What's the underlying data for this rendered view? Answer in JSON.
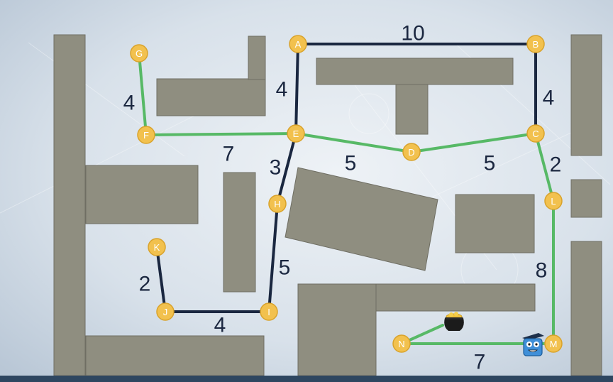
{
  "colors": {
    "background": "#dfe6ee",
    "building": "#8f8e80",
    "highlight_edge": "#57b966",
    "normal_edge": "#1a2740",
    "node_fill": "#f2c14e",
    "node_stroke": "#d9a32c",
    "footer_bar": "#2e4660"
  },
  "nodes": [
    {
      "id": "A"
    },
    {
      "id": "B"
    },
    {
      "id": "C"
    },
    {
      "id": "D"
    },
    {
      "id": "E"
    },
    {
      "id": "F"
    },
    {
      "id": "G"
    },
    {
      "id": "H"
    },
    {
      "id": "I"
    },
    {
      "id": "J"
    },
    {
      "id": "K"
    },
    {
      "id": "L"
    },
    {
      "id": "M"
    },
    {
      "id": "N"
    }
  ],
  "edges": [
    {
      "from": "A",
      "to": "B",
      "weight": "10",
      "highlighted": false
    },
    {
      "from": "A",
      "to": "E",
      "weight": "4",
      "highlighted": false
    },
    {
      "from": "B",
      "to": "C",
      "weight": "4",
      "highlighted": false
    },
    {
      "from": "G",
      "to": "F",
      "weight": "4",
      "highlighted": true
    },
    {
      "from": "F",
      "to": "E",
      "weight": "7",
      "highlighted": true
    },
    {
      "from": "E",
      "to": "D",
      "weight": "5",
      "highlighted": true
    },
    {
      "from": "D",
      "to": "C",
      "weight": "5",
      "highlighted": true
    },
    {
      "from": "E",
      "to": "H",
      "weight": "3",
      "highlighted": false
    },
    {
      "from": "C",
      "to": "L",
      "weight": "2",
      "highlighted": true
    },
    {
      "from": "H",
      "to": "I",
      "weight": "5",
      "highlighted": false
    },
    {
      "from": "L",
      "to": "M",
      "weight": "8",
      "highlighted": true
    },
    {
      "from": "K",
      "to": "J",
      "weight": "2",
      "highlighted": false
    },
    {
      "from": "J",
      "to": "I",
      "weight": "4",
      "highlighted": false
    },
    {
      "from": "M",
      "to": "N",
      "weight": "7",
      "highlighted": true
    },
    {
      "from": "N",
      "to": "pot",
      "weight": "",
      "highlighted": true
    }
  ],
  "icons": {
    "goal": "pot-of-gold-icon",
    "player": "robot-character-icon"
  }
}
